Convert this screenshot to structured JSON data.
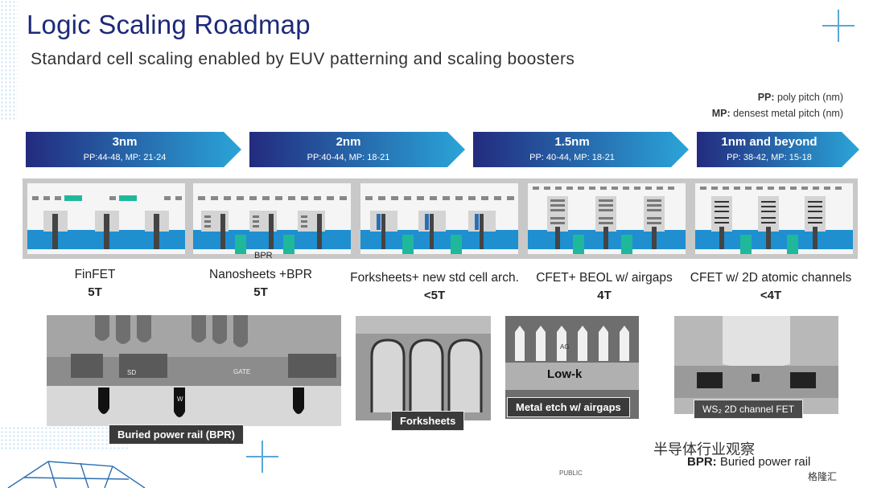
{
  "title": "Logic Scaling Roadmap",
  "subtitle": "Standard cell scaling enabled by EUV patterning and scaling boosters",
  "legend": {
    "pp_key": "PP:",
    "pp_text": " poly pitch (nm)",
    "mp_key": "MP:",
    "mp_text": " densest metal pitch (nm)"
  },
  "stages": [
    {
      "node": "3nm",
      "pitch": "PP:44-48, MP: 21-24"
    },
    {
      "node": "2nm",
      "pitch": "PP:40-44, MP: 18-21"
    },
    {
      "node": "1.5nm",
      "pitch": "PP: 40-44, MP: 18-21"
    },
    {
      "node": "1nm and beyond",
      "pitch": "PP: 38-42, MP: 15-18"
    }
  ],
  "cells": [
    {
      "label": "FinFET",
      "tracks": "5T"
    },
    {
      "label": "Nanosheets +BPR",
      "tracks": "5T",
      "inner_label": "BPR"
    },
    {
      "label": "Forksheets+ new std cell arch.",
      "tracks": "<5T"
    },
    {
      "label": "CFET+ BEOL w/ airgaps",
      "tracks": "4T"
    },
    {
      "label": "CFET w/ 2D atomic channels",
      "tracks": "<4T"
    }
  ],
  "photos": [
    {
      "caption": "Buried power rail (BPR)",
      "labels": {
        "sd": "SD",
        "gate": "GATE",
        "w": "W"
      }
    },
    {
      "caption": "Forksheets"
    },
    {
      "caption": "Metal etch w/ airgaps",
      "inner": "Low-k",
      "ag": "AG"
    },
    {
      "caption": "WS₂ 2D channel FET"
    }
  ],
  "footer": {
    "public": "PUBLIC",
    "bpr_key": "BPR:",
    "bpr_text": " Buried power rail",
    "watermark": "半导体行业观察",
    "watermark2": "格隆汇"
  },
  "colors": {
    "title": "#1e2a78",
    "arrow_dark": "#232b7e",
    "arrow_light": "#2aa5d8",
    "blue": "#1f8fd0",
    "green": "#1fb89a"
  }
}
